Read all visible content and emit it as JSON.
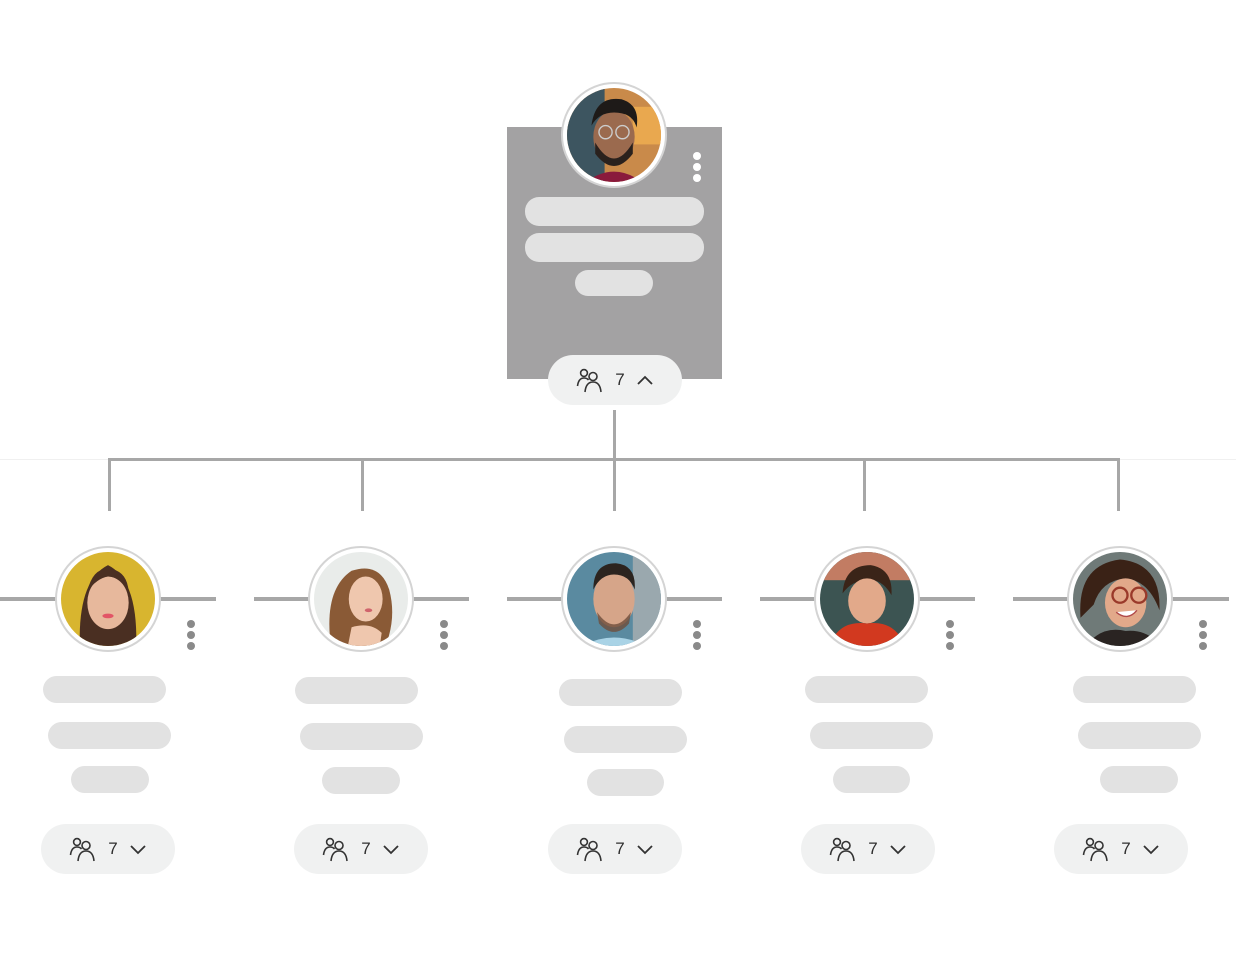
{
  "root": {
    "avatar": "person-bearded-glasses-photo",
    "menu_icon": "kebab-menu-icon",
    "skeleton_lines": 3,
    "reports": {
      "icon": "people-icon",
      "count": "7",
      "toggle_icon": "chevron-up-icon",
      "expanded": true
    }
  },
  "children": [
    {
      "avatar": "person-woman-yellow-bg-photo",
      "reports": {
        "icon": "people-icon",
        "count": "7",
        "toggle_icon": "chevron-down-icon",
        "expanded": false
      }
    },
    {
      "avatar": "person-woman-wavy-hair-photo",
      "reports": {
        "icon": "people-icon",
        "count": "7",
        "toggle_icon": "chevron-down-icon",
        "expanded": false
      }
    },
    {
      "avatar": "person-man-stubble-photo",
      "reports": {
        "icon": "people-icon",
        "count": "7",
        "toggle_icon": "chevron-down-icon",
        "expanded": false
      }
    },
    {
      "avatar": "person-woman-red-top-photo",
      "reports": {
        "icon": "people-icon",
        "count": "7",
        "toggle_icon": "chevron-down-icon",
        "expanded": false
      }
    },
    {
      "avatar": "person-woman-curly-glasses-photo",
      "reports": {
        "icon": "people-icon",
        "count": "7",
        "toggle_icon": "chevron-down-icon",
        "expanded": false
      }
    }
  ],
  "colors": {
    "connector": "#a7a7a7",
    "root_card": "#a3a2a3",
    "skeleton": "#e2e2e2",
    "pill_bg": "#f0f1f1",
    "kebab_child": "#8a8a8a",
    "kebab_root": "#ffffff"
  }
}
